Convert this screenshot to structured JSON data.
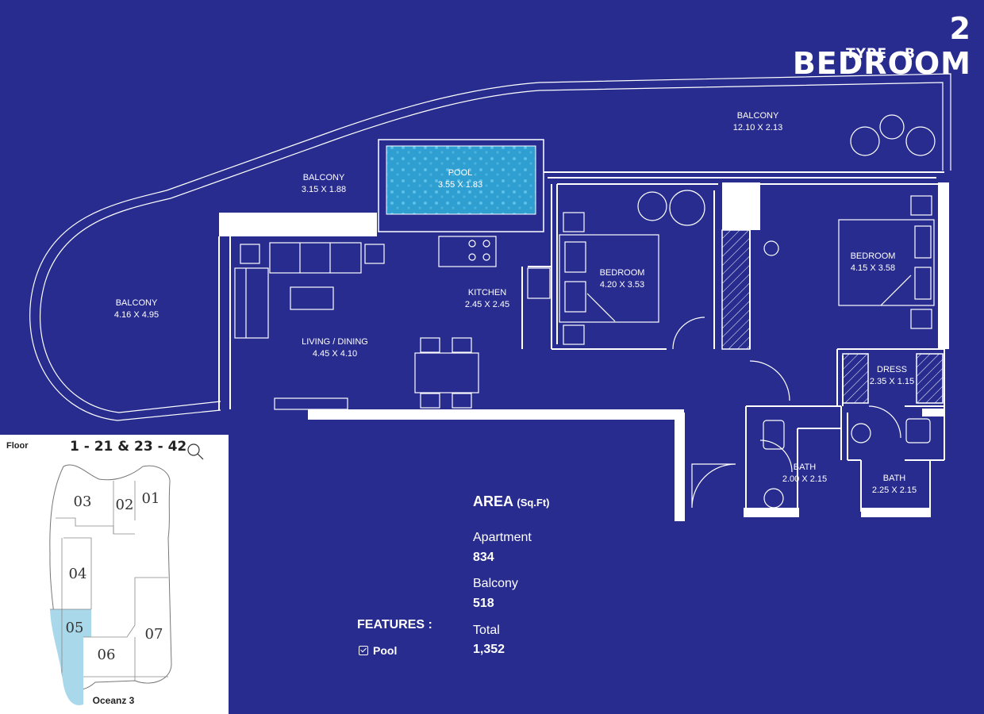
{
  "title": "2 BEDROOM",
  "subtitle": "TYPE - B",
  "rooms": [
    {
      "id": "balcony-top",
      "name": "BALCONY",
      "dims": "12.10 X 2.13"
    },
    {
      "id": "pool",
      "name": "POOL",
      "dims": "3.55 X 1.83"
    },
    {
      "id": "balcony-mid",
      "name": "BALCONY",
      "dims": "3.15 X 1.88"
    },
    {
      "id": "balcony-left",
      "name": "BALCONY",
      "dims": "4.16 X 4.95"
    },
    {
      "id": "living",
      "name": "LIVING / DINING",
      "dims": "4.45 X 4.10"
    },
    {
      "id": "kitchen",
      "name": "KITCHEN",
      "dims": "2.45 X 2.45"
    },
    {
      "id": "bedroom-1",
      "name": "BEDROOM",
      "dims": "4.20 X 3.53"
    },
    {
      "id": "bedroom-2",
      "name": "BEDROOM",
      "dims": "4.15 X 3.58"
    },
    {
      "id": "dress",
      "name": "DRESS",
      "dims": "2.35 X 1.15"
    },
    {
      "id": "bath-1",
      "name": "BATH",
      "dims": "2.00 X 2.15"
    },
    {
      "id": "bath-2",
      "name": "BATH",
      "dims": "2.25 X 2.15"
    }
  ],
  "area": {
    "title": "AREA",
    "unit": "(Sq.Ft)",
    "apartment_label": "Apartment",
    "apartment_value": "834",
    "balcony_label": "Balcony",
    "balcony_value": "518",
    "total_label": "Total",
    "total_value": "1,352"
  },
  "features": {
    "title": "FEATURES :",
    "items": [
      "Pool"
    ]
  },
  "key_plan": {
    "floor_label": "Floor",
    "floor_range": "1 - 21 & 23 - 42",
    "units": [
      "01",
      "02",
      "03",
      "04",
      "05",
      "06",
      "07"
    ],
    "highlighted_unit": "05",
    "building_name": "Oceanz 3",
    "highlight_color": "#a8d8ea"
  },
  "colors": {
    "background": "#272c8e",
    "wall": "#ffffff",
    "pool": "#3aa6d6"
  }
}
